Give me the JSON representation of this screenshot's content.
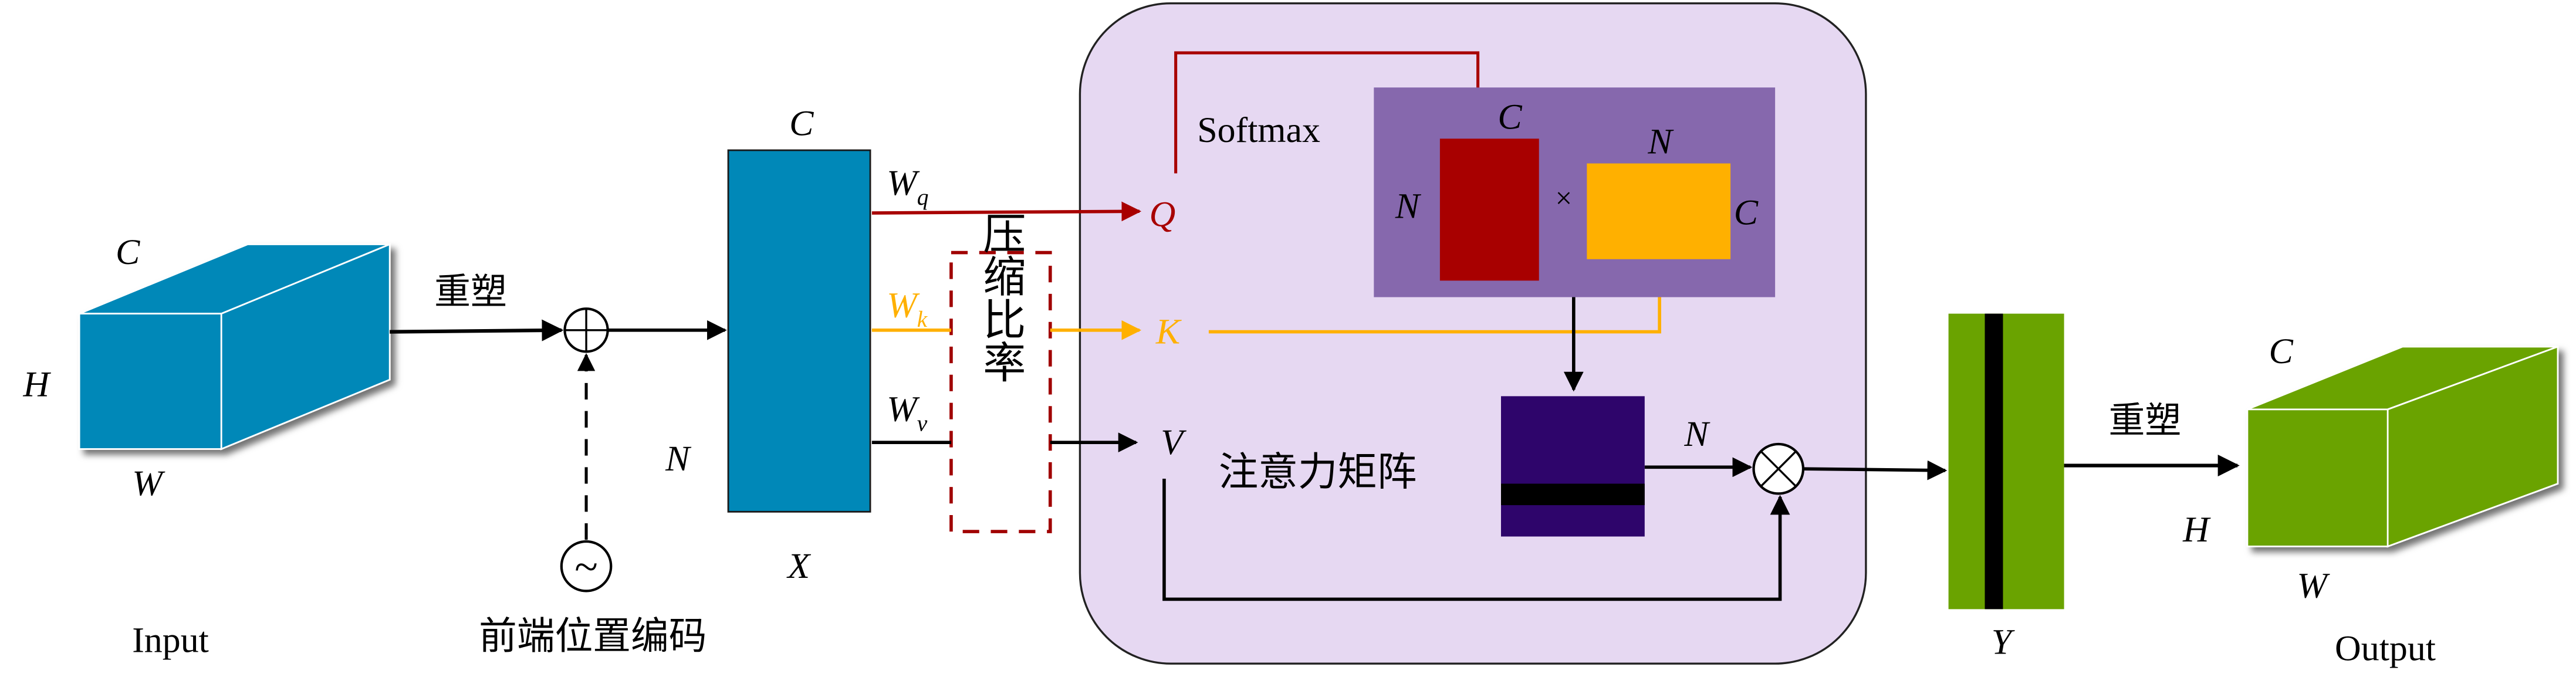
{
  "colors": {
    "input_blue": "#0088b8",
    "output_green": "#6aa300",
    "q_red": "#a80000",
    "k_orange": "#ffb000",
    "panel_lavender": "#e6d8f2",
    "softmax_purple": "#8668ad",
    "attention_indigo": "#2e056b",
    "dash_box_red": "#a00000"
  },
  "input": {
    "label": "Input",
    "dim_c": "C",
    "dim_h": "H",
    "dim_w": "W"
  },
  "reshape_in_label": "重塑",
  "position_encoding": {
    "label": "前端位置编码",
    "symbol": "~",
    "add_symbol": "⊕"
  },
  "x_matrix": {
    "name": "X",
    "dim_c": "C",
    "dim_n": "N"
  },
  "projections": {
    "wq": {
      "base": "W",
      "sub": "q"
    },
    "wk": {
      "base": "W",
      "sub": "k"
    },
    "wv": {
      "base": "W",
      "sub": "v"
    }
  },
  "compression_label": "压缩比率",
  "attention_block": {
    "q": "Q",
    "k": "K",
    "v": "V",
    "softmax_label": "Softmax",
    "q_dim_top": "C",
    "q_dim_left": "N",
    "times": "×",
    "k_dim_top": "N",
    "k_dim_right": "C",
    "attention_label": "注意力矩阵",
    "attention_dim": "N",
    "multiply_symbol": "⊗"
  },
  "y_matrix": {
    "name": "Y"
  },
  "reshape_out_label": "重塑",
  "output": {
    "label": "Output",
    "dim_c": "C",
    "dim_h": "H",
    "dim_w": "W"
  }
}
